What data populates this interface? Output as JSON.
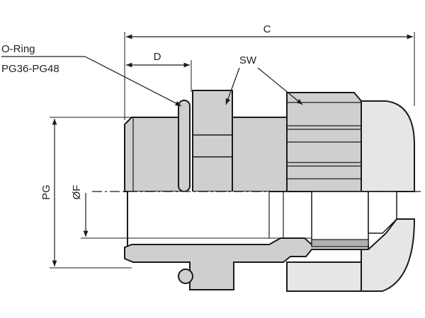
{
  "labels": {
    "o_ring": "O-Ring",
    "thread_range": "PG36-PG48",
    "dim_c": "C",
    "dim_d": "D",
    "dim_sw": "SW",
    "dim_pg": "PG",
    "dim_f": "ØF"
  },
  "colors": {
    "line": "#1a1a1a",
    "body_fill": "#cfcfcf",
    "body_light": "#e6e6e6",
    "background": "#ffffff"
  }
}
